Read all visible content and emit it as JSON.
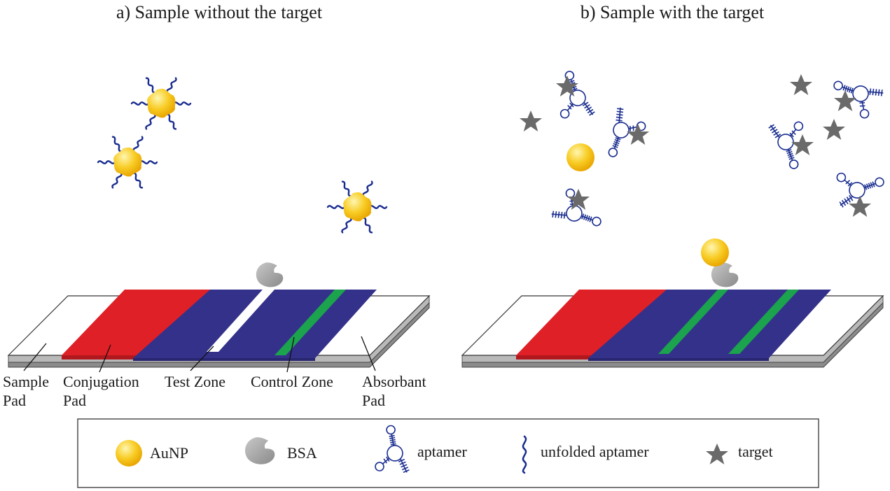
{
  "panel_a": {
    "title": "a) Sample without the target"
  },
  "panel_b": {
    "title": "b) Sample with the target"
  },
  "strip_labels": {
    "sample_pad": [
      "Sample",
      "Pad"
    ],
    "conjugation_pad": [
      "Conjugation",
      "Pad"
    ],
    "test_zone": "Test Zone",
    "control_zone": "Control Zone",
    "absorbant_pad": [
      "Absorbant",
      "Pad"
    ]
  },
  "legend": {
    "items": [
      {
        "icon": "gold-nanoparticle-icon",
        "label": "AuNP"
      },
      {
        "icon": "bsa-blob-icon",
        "label": "BSA"
      },
      {
        "icon": "aptamer-icon",
        "label": "aptamer"
      },
      {
        "icon": "unfolded-aptamer-icon",
        "label": "unfolded aptamer"
      },
      {
        "icon": "star-icon",
        "label": "target"
      }
    ]
  },
  "colors": {
    "gold": "#f5c218",
    "aptamer_blue": "#1a2d8f",
    "conjugation_red": "#e02027",
    "membrane_navy": "#34318a",
    "control_green": "#1ba34e",
    "bsa_gray": "#9c9c9c",
    "target_gray": "#6a6a6a"
  }
}
